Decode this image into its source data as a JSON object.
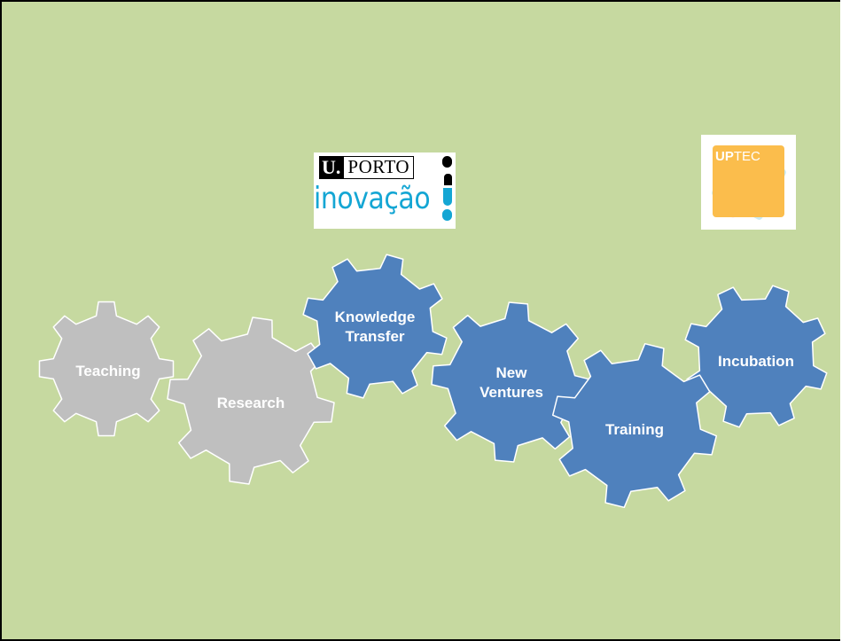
{
  "logos": {
    "uporto": {
      "u": "U.",
      "porto": "PORTO",
      "inovacao": "inovação"
    },
    "uptec": {
      "up": "UP",
      "tec": "TEC"
    }
  },
  "gears": [
    {
      "id": "teaching",
      "label_lines": [
        "Teaching"
      ]
    },
    {
      "id": "research",
      "label_lines": [
        "Research"
      ]
    },
    {
      "id": "knowledge-transfer",
      "label_lines": [
        "Knowledge",
        "Transfer"
      ]
    },
    {
      "id": "new-ventures",
      "label_lines": [
        "New",
        "Ventures"
      ]
    },
    {
      "id": "training",
      "label_lines": [
        "Training"
      ]
    },
    {
      "id": "incubation",
      "label_lines": [
        "Incubation"
      ]
    }
  ],
  "colors": {
    "background": "#c6d9a0",
    "gear_gray": "#bfbfbf",
    "gear_blue": "#4f81bd",
    "gear_outline": "#ffffff",
    "label": "#ffffff"
  }
}
